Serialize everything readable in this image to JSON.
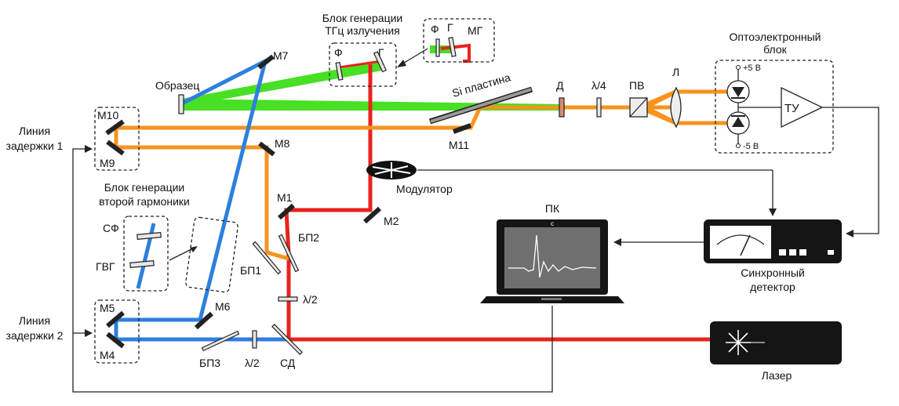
{
  "colors": {
    "laser_red": "#e8231c",
    "thz_green": "#47e024",
    "probe_orange": "#f7931e",
    "shg_blue": "#2d7fdf",
    "dark_device": "#151515"
  },
  "labels": {
    "sample": "Образец",
    "thz_block_line1": "Блок генерации",
    "thz_block_line2": "ТГц излучения",
    "thz_f": "Ф",
    "thz_g": "Г",
    "mg_f": "Ф",
    "mg_g": "Г",
    "mg": "МГ",
    "si_plate": "Si пластина",
    "d": "Д",
    "quarter_wave": "λ/4",
    "pv": "ПВ",
    "lens": "Л",
    "opto_line1": "Оптоэлектронный",
    "opto_line2": "блок",
    "plus5": "+5 В",
    "minus5": "-5 В",
    "tu": "ТУ",
    "m7": "М7",
    "m10": "М10",
    "m9": "М9",
    "m8": "М8",
    "m11": "М11",
    "delay1_line1": "Линия",
    "delay1_line2": "задержки 1",
    "modulator": "Модулятор",
    "shg_line1": "Блок генерации",
    "shg_line2": "второй гармоники",
    "m1": "М1",
    "m2": "М2",
    "bp2": "БП2",
    "bp1": "БП1",
    "sf": "СФ",
    "gvg": "ГВГ",
    "half_wave_1": "λ/2",
    "pc": "ПК",
    "pc_logo": "c",
    "sync_line1": "Синхронный",
    "sync_line2": "детектор",
    "delay2_line1": "Линия",
    "delay2_line2": "задержки 2",
    "m5": "М5",
    "m4": "М4",
    "m6": "М6",
    "bp3": "БП3",
    "half_wave_2": "λ/2",
    "sd": "СД",
    "laser": "Лазер"
  }
}
